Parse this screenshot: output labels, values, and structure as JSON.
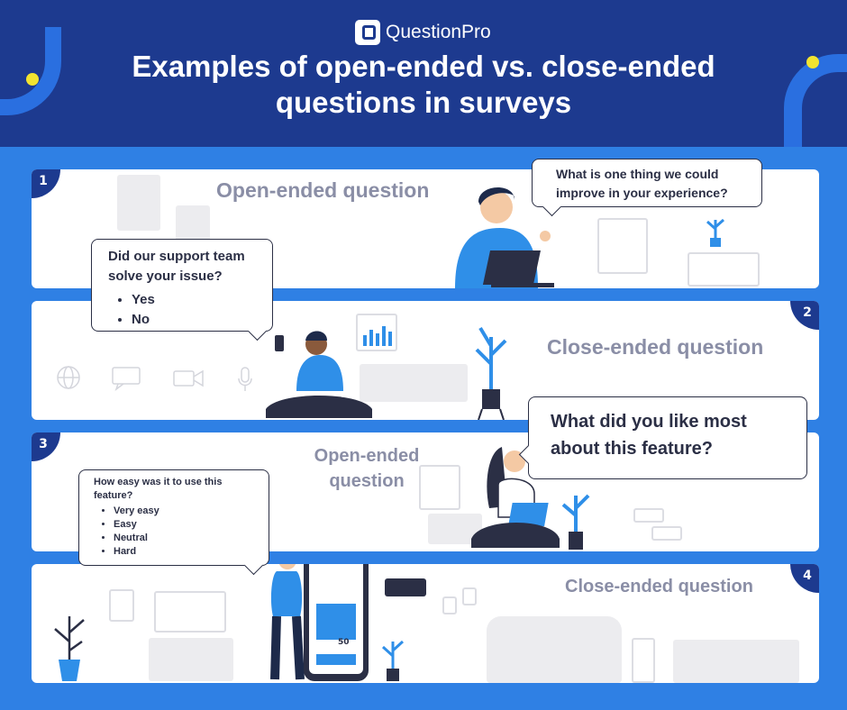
{
  "header": {
    "logo_text": "QuestionPro",
    "title_line1": "Examples of open-ended vs. close-ended",
    "title_line2": "questions in surveys",
    "accent_color": "#f2e430",
    "bg_color": "#1d3a8f"
  },
  "panels": [
    {
      "number": "1",
      "label": "Open-ended question",
      "bubble_text": "What is one thing we could improve in your experience?"
    },
    {
      "number": "2",
      "label": "Close-ended question",
      "bubble_text": "Did our support team solve your issue?",
      "options": [
        "Yes",
        "No"
      ]
    },
    {
      "number": "3",
      "label_line1": "Open-ended",
      "label_line2": "question",
      "bubble_text": "What did you like most about this feature?"
    },
    {
      "number": "4",
      "label": "Close-ended question",
      "bubble_text": "How easy was it to use this feature?",
      "options": [
        "Very easy",
        "Easy",
        "Neutral",
        "Hard"
      ],
      "phone_price": "50"
    }
  ]
}
